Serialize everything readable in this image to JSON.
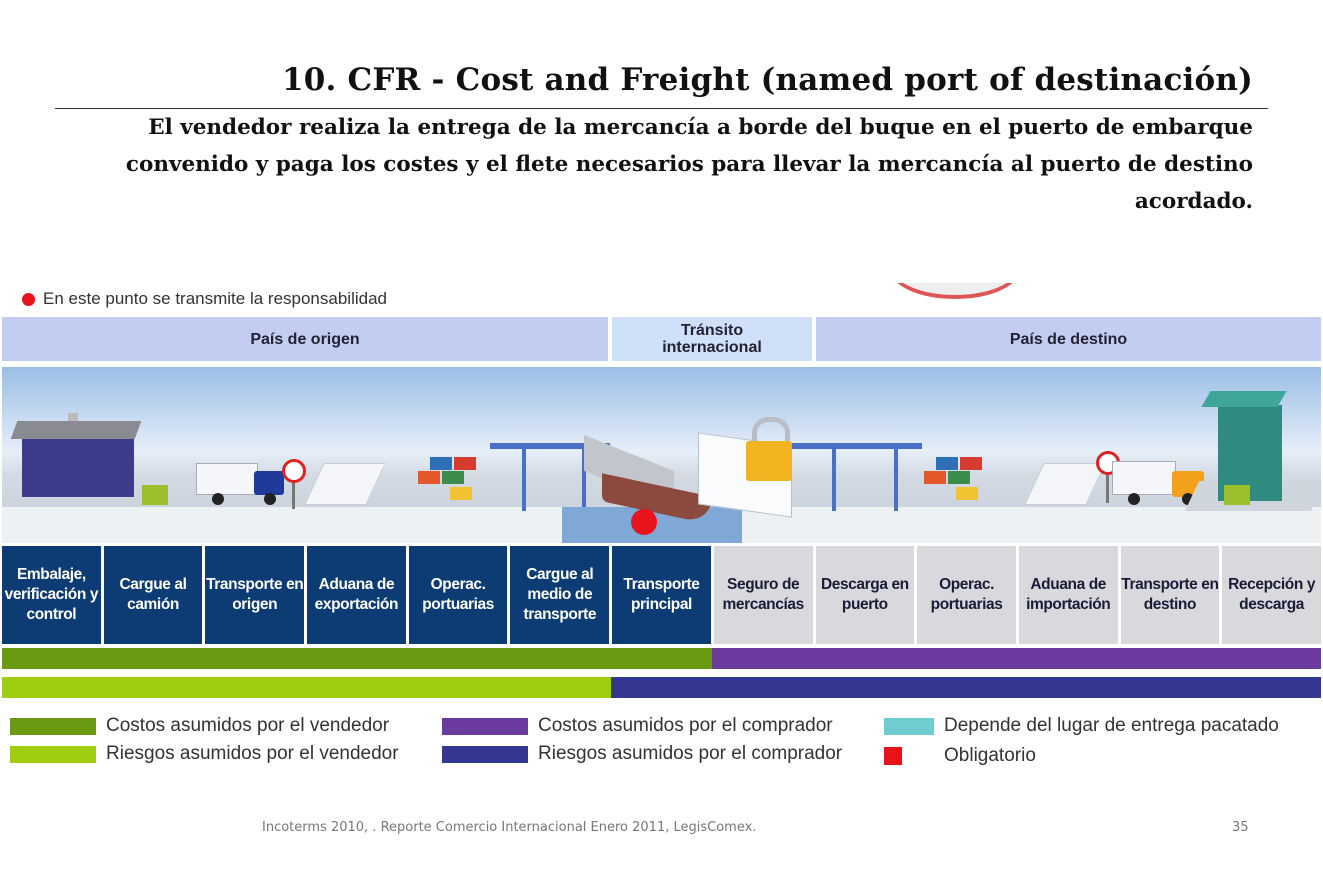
{
  "slide": {
    "title": "10. CFR - Cost and Freight (named port of destinación)",
    "subtitle": "El vendedor realiza la entrega de la mercancía a borde del buque en el puerto de embarque convenido y paga los costes y el flete necesarios para llevar la mercancía al puerto de destino acordado.",
    "source": "Incoterms 2010, . Reporte Comercio Internacional Enero 2011, LegisComex.",
    "page_number": "35"
  },
  "diagram": {
    "responsibility_note": "En este punto se transmite la responsabilidad",
    "regions": [
      {
        "label": "País de origen"
      },
      {
        "label": "Tránsito internacional"
      },
      {
        "label": "País de destino"
      }
    ],
    "steps": [
      {
        "label": "Embalaje, verificación y control",
        "party": "seller"
      },
      {
        "label": "Cargue al camión",
        "party": "seller"
      },
      {
        "label": "Transporte en origen",
        "party": "seller"
      },
      {
        "label": "Aduana de exportación",
        "party": "seller"
      },
      {
        "label": "Operac. portuarias",
        "party": "seller"
      },
      {
        "label": "Cargue al medio de transporte",
        "party": "seller"
      },
      {
        "label": "Transporte principal",
        "party": "seller"
      },
      {
        "label": "Seguro de mercancías",
        "party": "buyer"
      },
      {
        "label": "Descarga en puerto",
        "party": "buyer"
      },
      {
        "label": "Operac. portuarias",
        "party": "buyer"
      },
      {
        "label": "Aduana de importación",
        "party": "buyer"
      },
      {
        "label": "Transporte en destino",
        "party": "buyer"
      },
      {
        "label": "Recepción y descarga",
        "party": "buyer"
      }
    ],
    "cost_split_steps": 7,
    "risk_split_steps": 6,
    "colors": {
      "seller_cost": "#6b9a12",
      "seller_risk": "#9fce10",
      "buyer_cost": "#6b3a9e",
      "buyer_risk": "#33378f",
      "depends": "#6fcdd0",
      "mandatory": "#e8131b",
      "seller_step": "#0d3c75",
      "buyer_step": "#d8d9dc"
    },
    "legend": [
      {
        "label": "Costos asumidos por el vendedor",
        "color_key": "seller_cost"
      },
      {
        "label": "Riesgos asumidos por el vendedor",
        "color_key": "seller_risk"
      },
      {
        "label": "Costos asumidos por el comprador",
        "color_key": "buyer_cost"
      },
      {
        "label": "Riesgos asumidos por el comprador",
        "color_key": "buyer_risk"
      },
      {
        "label": "Depende del lugar de entrega pacatado",
        "color_key": "depends"
      },
      {
        "label": "Obligatorio",
        "color_key": "mandatory"
      }
    ]
  }
}
